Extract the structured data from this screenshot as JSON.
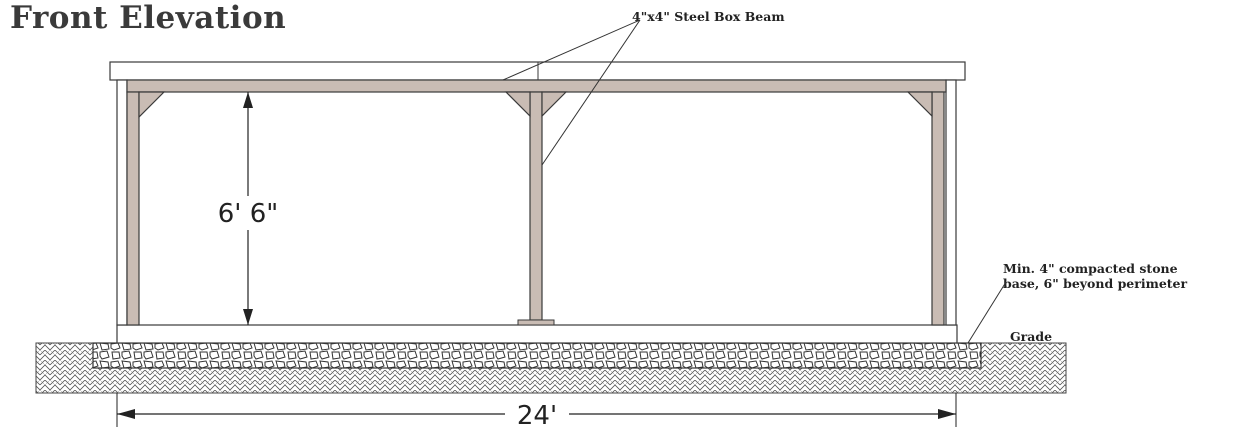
{
  "title": "Front Elevation",
  "labels": {
    "beam": "4\"x4\" Steel Box Beam",
    "base_line1": "Min. 4\" compacted stone",
    "base_line2": "base, 6\" beyond perimeter",
    "grade": "Grade"
  },
  "dimensions": {
    "height": "6' 6\"",
    "width": "24'"
  },
  "colors": {
    "beam": "#c9bcb4",
    "outline": "#3a3a3a",
    "ground_fill": "#ffffff"
  }
}
